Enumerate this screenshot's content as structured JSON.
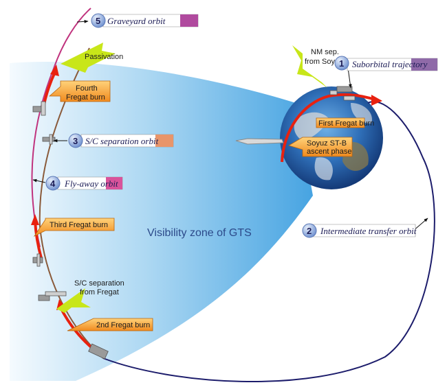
{
  "orbit_labels": [
    {
      "number": "1",
      "text": "Suborbital trajectory",
      "color": "#8f6aa8"
    },
    {
      "number": "2",
      "text": "Intermediate transfer orbit",
      "color": "#ffffff"
    },
    {
      "number": "3",
      "text": "S/C separation orbit",
      "color": "#e8956a"
    },
    {
      "number": "4",
      "text": "Fly-away orbit",
      "color": "#d9539b"
    },
    {
      "number": "5",
      "text": "Graveyard orbit",
      "color": "#b04a9e"
    }
  ],
  "callouts": {
    "nm_sep": [
      "NM sep.",
      "from Soyuz"
    ],
    "passivation": "Passivation",
    "fourth_burn": [
      "Fourth",
      "Fregat burn"
    ],
    "first_burn": "First Fregat burn",
    "ascent": [
      "Soyuz ST-B",
      "ascent phase"
    ],
    "third_burn": "Third Fregat burn",
    "sc_sep": [
      "S/C separation",
      "from Fregat"
    ],
    "second_burn": "2nd Fregat burn"
  },
  "zone_label": "Visibility zone of GTS",
  "colors": {
    "burn_arrow": "#e8210f",
    "transfer_orbit": "#1c1c6b",
    "separation_orbit": "#8a5a3a",
    "flyaway_orbit": "#c0337e",
    "callout_fill": "#f59a2e",
    "burst": "#c8e619",
    "badge": "#7f9fd6",
    "zone": "#4aa7e3"
  }
}
